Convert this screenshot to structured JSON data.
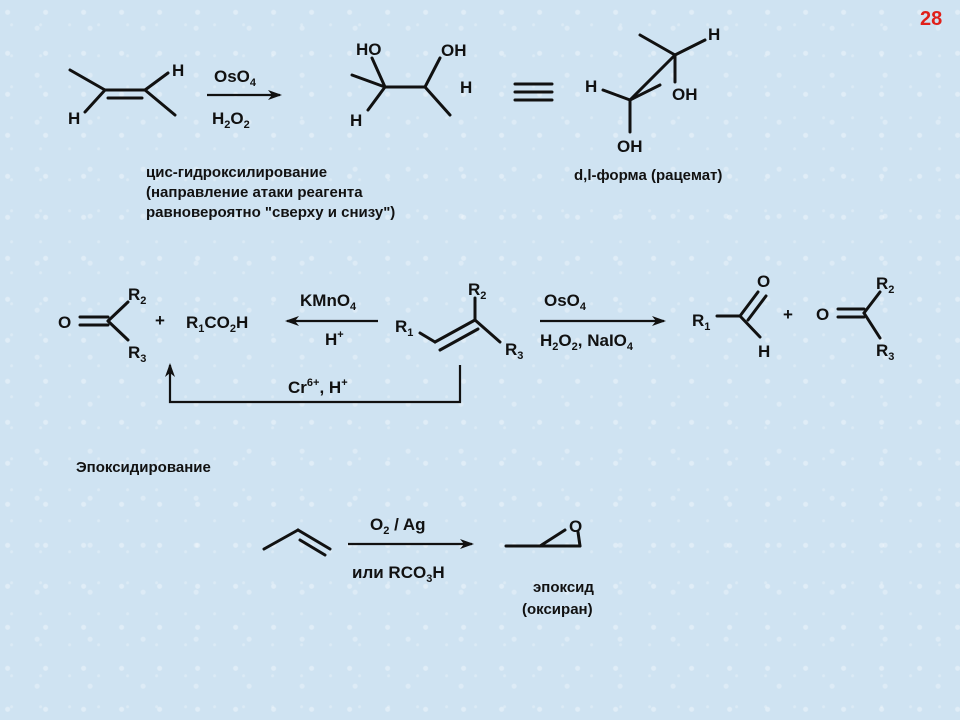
{
  "page_number": "28",
  "colors": {
    "page_number": "#e0201a",
    "text": "#111111",
    "background": "#cfe3f2"
  },
  "reaction1": {
    "reagent_top": "OsO4",
    "reagent_bottom": "H2O2",
    "caption_line1": "цис-гидроксилирование",
    "caption_line2": "(направление атаки реагента",
    "caption_line3": "равновероятно \"сверху и снизу\")",
    "racemate_caption": "d,l-форма (рацемат)",
    "atoms": {
      "H": "H",
      "HO": "HO",
      "OH": "OH"
    }
  },
  "reaction2": {
    "left_reagent_top": "KMnO4",
    "left_reagent_bottom": "H+",
    "right_reagent_top": "OsO4",
    "right_reagent_bottom": "H2O2, NaIO4",
    "bottom_reagent": "Cr6+, H+",
    "plus": "+",
    "atoms": {
      "O": "O",
      "H": "H",
      "R1CO2H": "R1CO2H",
      "R1": "R1",
      "R2": "R2",
      "R3": "R3"
    }
  },
  "epoxidation": {
    "title": "Эпоксидирование",
    "reagent_top": "O2 / Ag",
    "reagent_bottom": "или RCO3H",
    "product_caption1": "эпоксид",
    "product_caption2": "(оксиран)",
    "atom_O": "O"
  }
}
